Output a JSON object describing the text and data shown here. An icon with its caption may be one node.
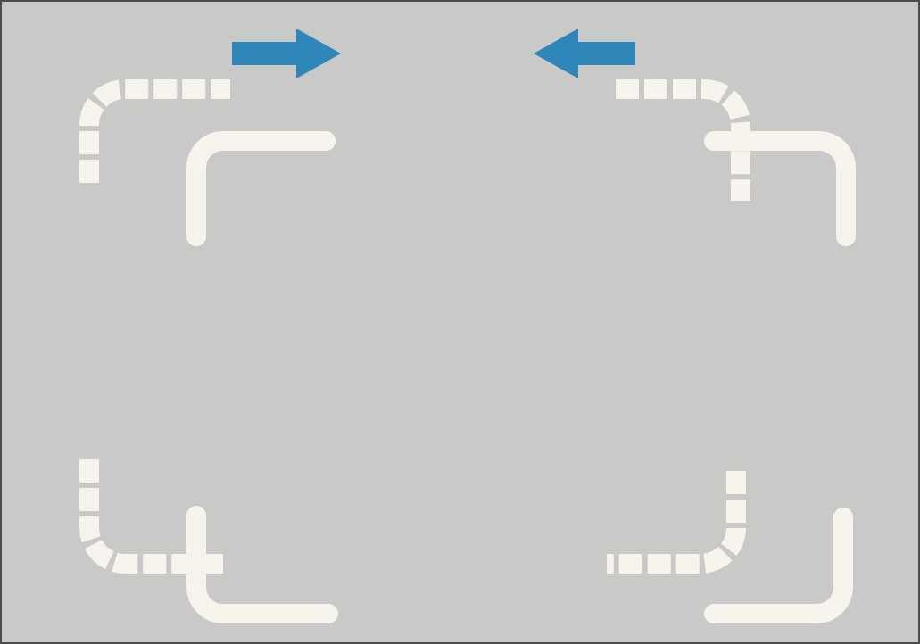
{
  "diagram": {
    "nodes": [
      {
        "text": [],
        "shape": "bracket"
      },
      {
        "text": [],
        "shape": "bracket"
      },
      {
        "text": [],
        "shape": "bracket"
      },
      {
        "text": [],
        "shape": "bracket"
      },
      {
        "text": [],
        "shape": "bracket"
      },
      {
        "text": [],
        "shape": "bracket"
      },
      {
        "text": [],
        "shape": "bracket"
      },
      {
        "text": [],
        "shape": "bracket"
      }
    ]
  }
}
